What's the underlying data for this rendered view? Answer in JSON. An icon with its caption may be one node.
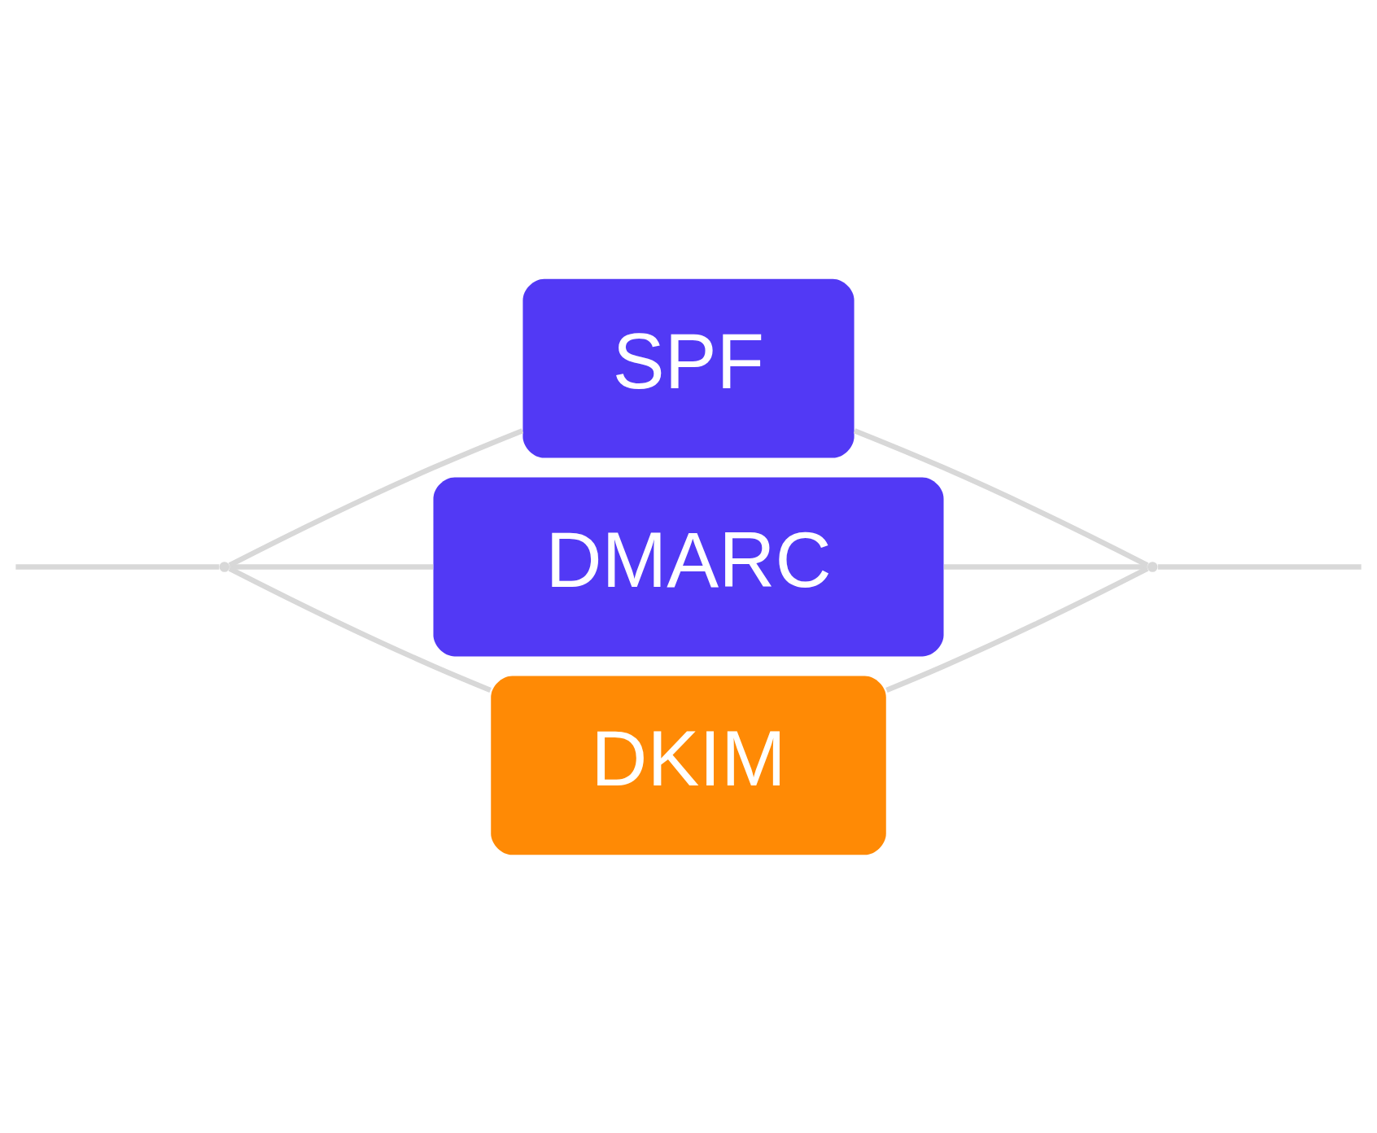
{
  "diagram": {
    "nodes": [
      {
        "text": [],
        "shape": "point"
      },
      {
        "text": [
          "SPF"
        ]
      },
      {
        "text": [
          "DMARC"
        ]
      },
      {
        "text": [
          "DKIM"
        ]
      },
      {
        "text": [],
        "shape": "point"
      }
    ],
    "edges": [
      {
        "from": null,
        "to": 0,
        "arrow": "none"
      },
      {
        "from": 0,
        "to": 1,
        "arrow": "none"
      },
      {
        "from": 0,
        "to": 2,
        "arrow": "none"
      },
      {
        "from": 0,
        "to": 3,
        "arrow": "none"
      },
      {
        "from": 1,
        "to": 4,
        "arrow": "none"
      },
      {
        "from": 2,
        "to": 4,
        "arrow": "none"
      },
      {
        "from": 3,
        "to": 4,
        "arrow": "none"
      },
      {
        "from": 4,
        "to": null,
        "arrow": "none"
      }
    ]
  }
}
